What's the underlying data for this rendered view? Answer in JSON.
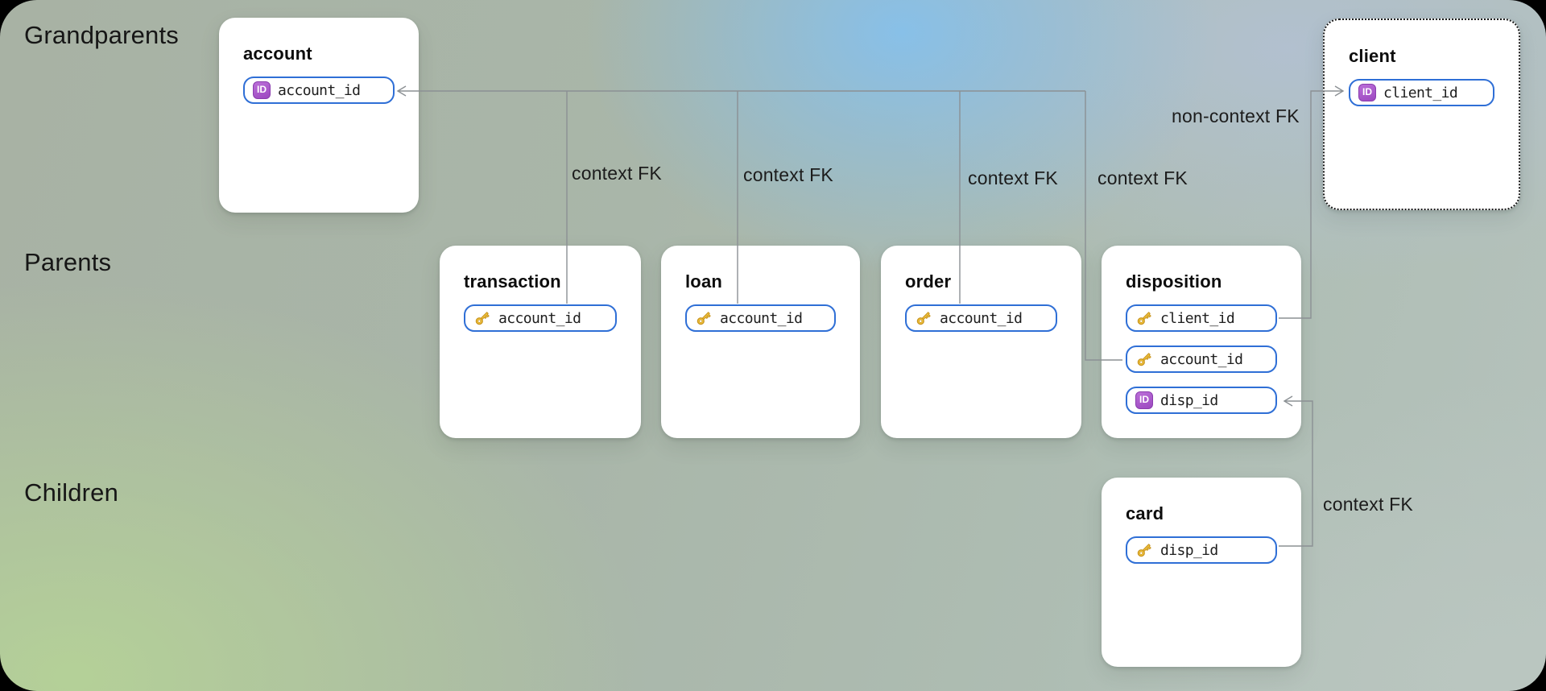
{
  "diagram": {
    "row_labels": [
      {
        "text": "Grandparents"
      },
      {
        "text": "Parents"
      },
      {
        "text": "Children"
      }
    ],
    "icons": {
      "id_badge_label": "ID"
    },
    "tables": {
      "account": {
        "title": "account",
        "fields": [
          {
            "name": "account_id",
            "icon": "id-badge-icon"
          }
        ]
      },
      "client": {
        "title": "client",
        "fields": [
          {
            "name": "client_id",
            "icon": "id-badge-icon"
          }
        ]
      },
      "transaction": {
        "title": "transaction",
        "fields": [
          {
            "name": "account_id",
            "icon": "key-icon"
          }
        ]
      },
      "loan": {
        "title": "loan",
        "fields": [
          {
            "name": "account_id",
            "icon": "key-icon"
          }
        ]
      },
      "order": {
        "title": "order",
        "fields": [
          {
            "name": "account_id",
            "icon": "key-icon"
          }
        ]
      },
      "disposition": {
        "title": "disposition",
        "fields": [
          {
            "name": "client_id",
            "icon": "key-icon"
          },
          {
            "name": "account_id",
            "icon": "key-icon"
          },
          {
            "name": "disp_id",
            "icon": "id-badge-icon"
          }
        ]
      },
      "card": {
        "title": "card",
        "fields": [
          {
            "name": "disp_id",
            "icon": "key-icon"
          }
        ]
      }
    },
    "edge_labels": {
      "ctx_transaction": "context FK",
      "ctx_loan": "context FK",
      "ctx_order": "context FK",
      "ctx_disposition": "context FK",
      "non_ctx_client": "non-context FK",
      "ctx_card": "context FK"
    },
    "colors": {
      "field_border": "#2f6fd6",
      "id_badge": "#a857c9",
      "key_gold": "#f0c23c",
      "edge_line": "#8b9094",
      "bg_green": "#b5d297",
      "bg_blue": "#86c0eb",
      "bg_gray": "#b5c2bc"
    }
  }
}
